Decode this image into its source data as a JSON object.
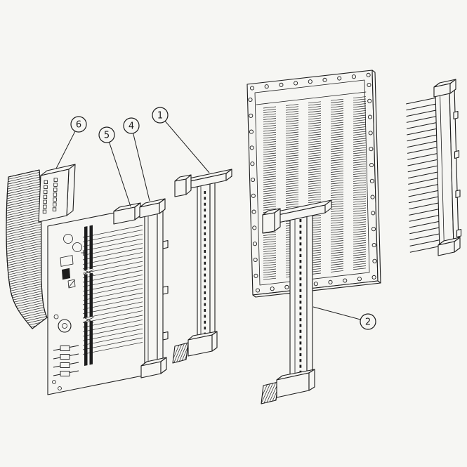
{
  "figure": {
    "background_color": "#f6f6f3",
    "line_color": "#1c1c1c",
    "callouts": {
      "c1": {
        "label": "1"
      },
      "c2": {
        "label": "2"
      },
      "c4": {
        "label": "4"
      },
      "c5": {
        "label": "5"
      },
      "c6": {
        "label": "6"
      }
    }
  }
}
